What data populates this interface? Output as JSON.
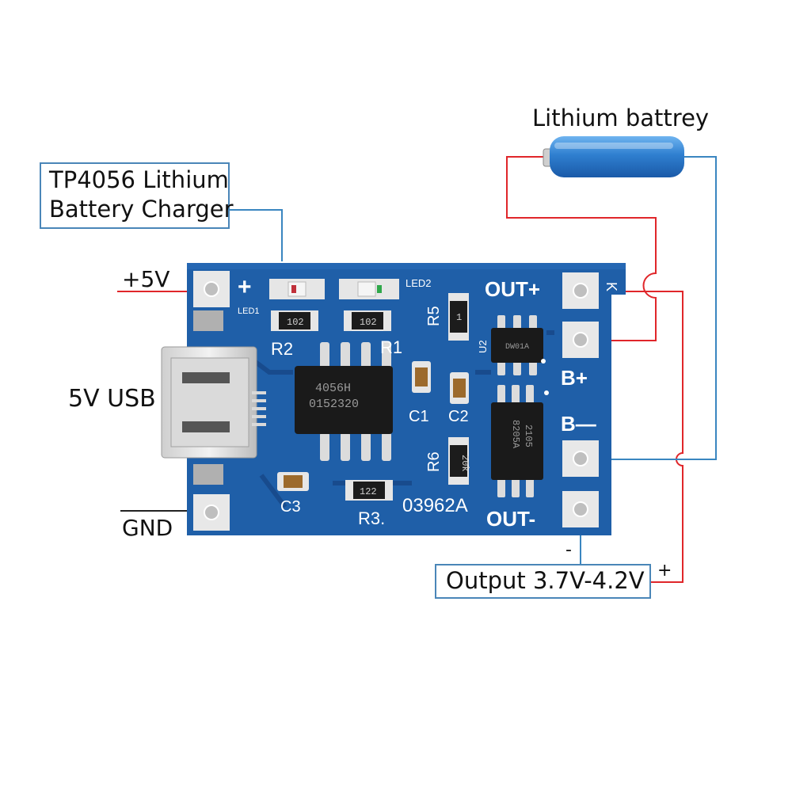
{
  "annotations": {
    "charger_title": [
      "TP4056 Lithium",
      "Battery Charger"
    ],
    "battery_label": "Lithium battrey",
    "plus5v": "+5V",
    "usb": "5V USB",
    "gnd": "GND",
    "output": "Output 3.7V-4.2V",
    "output_minus": "-",
    "output_plus": "+"
  },
  "board": {
    "silkscreen": {
      "plus": "+",
      "led1": "LED1",
      "led2": "LED2",
      "r1": "R1",
      "r2": "R2",
      "r3": "R3.",
      "r5": "R5",
      "r6": "R6",
      "c1": "C1",
      "c2": "C2",
      "c3": "C3",
      "u2": "U2",
      "out_plus": "OUT+",
      "out_minus": "OUT-",
      "b_plus": "B+",
      "b_minus": "B—",
      "k": "K",
      "part_no": "03962A"
    },
    "chips": {
      "main_top": "4056H",
      "main_bottom": "0152320",
      "dw01": "DW01A",
      "mosfet_top": "8205A",
      "mosfet_bottom": "2105"
    },
    "resistors": {
      "r2_code": "102",
      "r1_code": "102",
      "r5_code": "1",
      "r6_code": "20k",
      "r3_code": "122"
    }
  },
  "colors": {
    "pcb": "#1f5fa8",
    "pcb_dark": "#17498a",
    "wire_red": "#e0262a",
    "wire_blue": "#3a86c0",
    "battery": "#2f7fd0"
  }
}
